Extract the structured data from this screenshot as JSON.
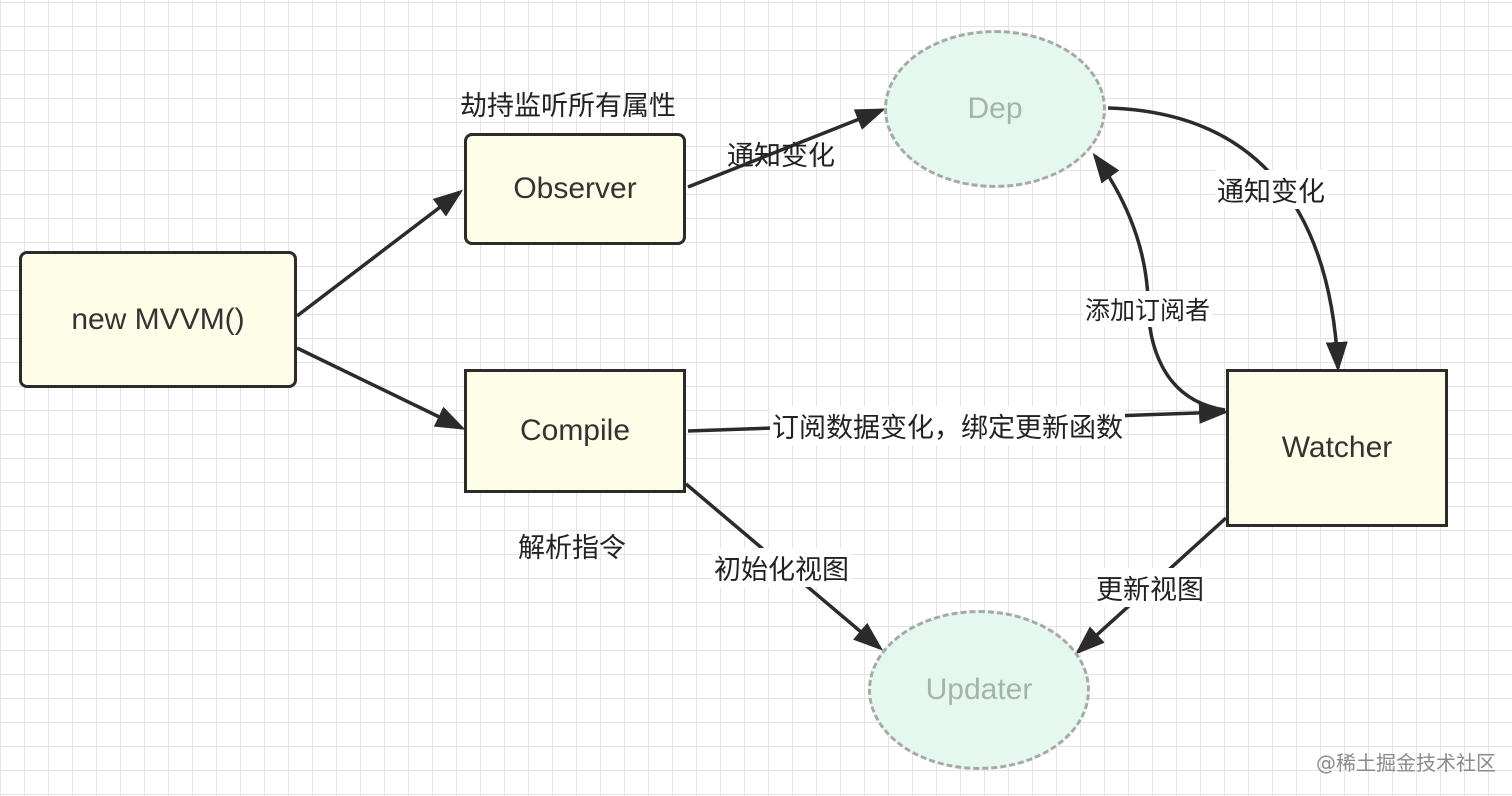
{
  "diagram": {
    "nodes": {
      "mvvm": "new MVVM()",
      "observer": "Observer",
      "compile": "Compile",
      "dep": "Dep",
      "watcher": "Watcher",
      "updater": "Updater"
    },
    "labels": {
      "observer_desc": "劫持监听所有属性",
      "compile_desc": "解析指令",
      "observer_to_dep": "通知变化",
      "dep_to_watcher": "通知变化",
      "watcher_to_dep": "添加订阅者",
      "compile_to_watcher": "订阅数据变化，绑定更新函数",
      "compile_to_updater": "初始化视图",
      "watcher_to_updater": "更新视图"
    },
    "watermark": "@稀土掘金技术社区",
    "colors": {
      "box_fill": "#fefde8",
      "box_border": "#2b2b2b",
      "ellipse_fill": "#e4f8ef",
      "ellipse_border": "#a8a8a8",
      "ellipse_text": "#a6b3ac",
      "arrow": "#2b2b2b",
      "grid": "#e4e4e4"
    }
  }
}
